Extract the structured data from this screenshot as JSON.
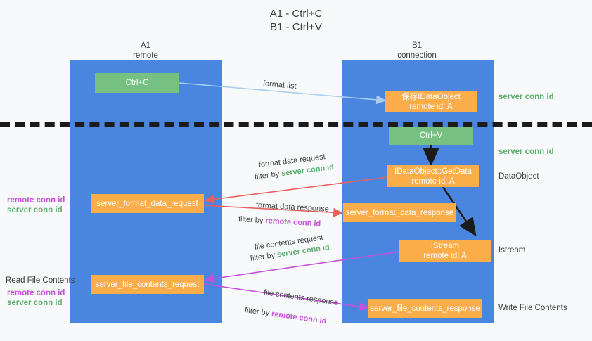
{
  "title": {
    "line1": "A1 - Ctrl+C",
    "line2": "B1 - Ctrl+V"
  },
  "columns": [
    {
      "name": "A1",
      "sub": "remote"
    },
    {
      "name": "B1",
      "sub": "connection"
    }
  ],
  "colors": {
    "lane": "#4a86e0",
    "box_green": "#76c182",
    "box_orange": "#fbad4a",
    "accent_green": "#5fae6e",
    "accent_purple": "#c452d8",
    "arrow_lightblue": "#a9cdf0",
    "arrow_red": "#e8605d",
    "arrow_black": "#1b1b1b",
    "background": "#f8f9fa",
    "text": "#3c4043"
  },
  "boxes": {
    "ctrl_c": {
      "label": "Ctrl+C"
    },
    "ctrl_v": {
      "label": "Ctrl+V"
    },
    "save_idataobject": {
      "line1": "保存IDataObject",
      "line2": "remote id: A"
    },
    "getdata": {
      "line1": "IDataObject::GetData",
      "line2": "remote id: A"
    },
    "istream": {
      "line1": "IStream",
      "line2": "remote id: A"
    },
    "format_data_request": {
      "label": "server_format_data_request"
    },
    "format_data_response": {
      "label": "server_format_data_response"
    },
    "file_contents_request": {
      "label": "server_file_contents_request"
    },
    "file_contents_response": {
      "label": "server_file_contents_response"
    }
  },
  "right_annotations": [
    {
      "text": "server conn id",
      "kind": "green"
    },
    {
      "text": "server conn id",
      "kind": "green"
    },
    {
      "text": "DataObject",
      "kind": "dark"
    },
    {
      "text": "Istream",
      "kind": "dark"
    },
    {
      "text": "Write File Contents",
      "kind": "dark"
    }
  ],
  "left_annotations": [
    {
      "text": "remote conn id",
      "kind": "purple"
    },
    {
      "text": "server conn id",
      "kind": "green"
    },
    {
      "text": "Read File Contents",
      "kind": "dark"
    },
    {
      "text": "remote conn id",
      "kind": "purple"
    },
    {
      "text": "server conn id",
      "kind": "green"
    }
  ],
  "captions": {
    "format_list": "format list",
    "format_data_request": "format data request",
    "filter_by": "filter by ",
    "server_conn_id": "server conn id",
    "remote_conn_id": "remote conn id",
    "format_data_response": "format data response",
    "file_contents_request": "file contents request",
    "file_contents_response": "file contents response"
  }
}
